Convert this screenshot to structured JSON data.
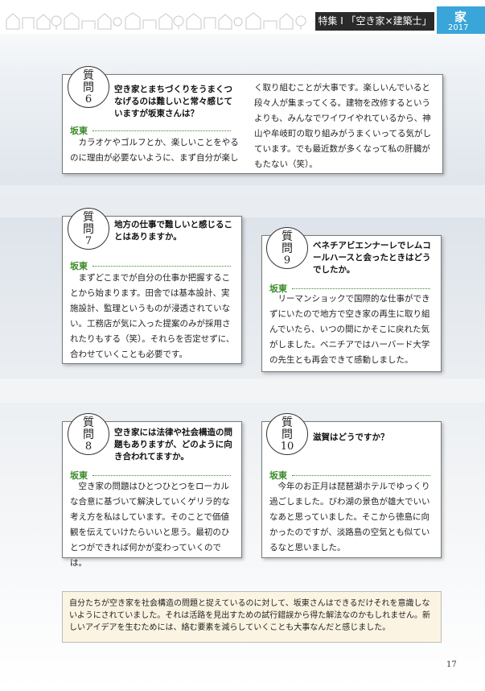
{
  "header": {
    "section_title": "特集 I 「空き家×建築士」",
    "corner_mark": "家",
    "year": "2017"
  },
  "cards": [
    {
      "q_label_1": "質",
      "q_label_2": "問",
      "q_number": "6",
      "question": "空き家とまちづくりをうまくつなげるのは難しいと常々感じていますが坂東さんは？",
      "speaker": "坂東",
      "answer_left": "カラオケやゴルフとか、楽しいことをやるのに理由が必要ないように、まず自分が楽し",
      "answer_right": "く取り組むことが大事です。楽しいんでいると段々人が集まってくる。建物を改修するというよりも、みんなでワイワイやれているから、神山や牟岐町の取り組みがうまくいってる気がしています。でも最近数が多くなって私の肝臓がもたない（笑）。"
    },
    {
      "q_label_1": "質",
      "q_label_2": "問",
      "q_number": "7",
      "question": "地方の仕事で難しいと感じることはありますか。",
      "speaker": "坂東",
      "answer": "まずどこまでが自分の仕事か把握することから始まります。田舎では基本設計、実施設計、監理というものが浸透されていない。工務店が気に入った提案のみが採用されたりもする（笑）。それらを否定せずに、合わせていくことも必要です。"
    },
    {
      "q_label_1": "質",
      "q_label_2": "問",
      "q_number": "9",
      "question": "ベネチアビエンナーレでレムコールハースと会ったときはどうでしたか。",
      "speaker": "坂東",
      "answer": "リーマンショックで国際的な仕事ができずにいたので地方で空き家の再生に取り組んでいたら、いつの間にかそこに戻れた気がしました。ベニチアではハーバード大学の先生とも再会できて感動しました。"
    },
    {
      "q_label_1": "質",
      "q_label_2": "問",
      "q_number": "8",
      "question": "空き家には法律や社会構造の問題もありますが、どのように向き合われてますか。",
      "speaker": "坂東",
      "answer": "空き家の問題はひとつひとつをローカルな合意に基づいて解決していくゲリラ的な考え方を私はしています。そのことで価値観を伝えていけたらいいと思う。最初のひとつができれば何かが変わっていくのでは。"
    },
    {
      "q_label_1": "質",
      "q_label_2": "問",
      "q_number": "10",
      "question": "滋賀はどうですか？",
      "speaker": "坂東",
      "answer": "今年のお正月は琵琶湖ホテルでゆっくり過ごしました。びわ湖の景色が雄大でいいなあと思っていました。そこから徳島に向かったのですが、淡路島の空気とも似ているなと思いました。"
    }
  ],
  "summary": "自分たちが空き家を社会構造の問題と捉えているのに対して、坂東さんはできるだけそれを意識しないようにされていました。それは活路を見出すための試行錯誤から得た解法なのかもしれません。新しいアイデアを生むためには、絡む要素を減らしていくことも大事なんだと感じました。",
  "page_number": "17",
  "colors": {
    "accent_blue": "#39a5d8",
    "speaker_green": "#3a8a2a",
    "summary_bg": "#fbf4e2"
  }
}
